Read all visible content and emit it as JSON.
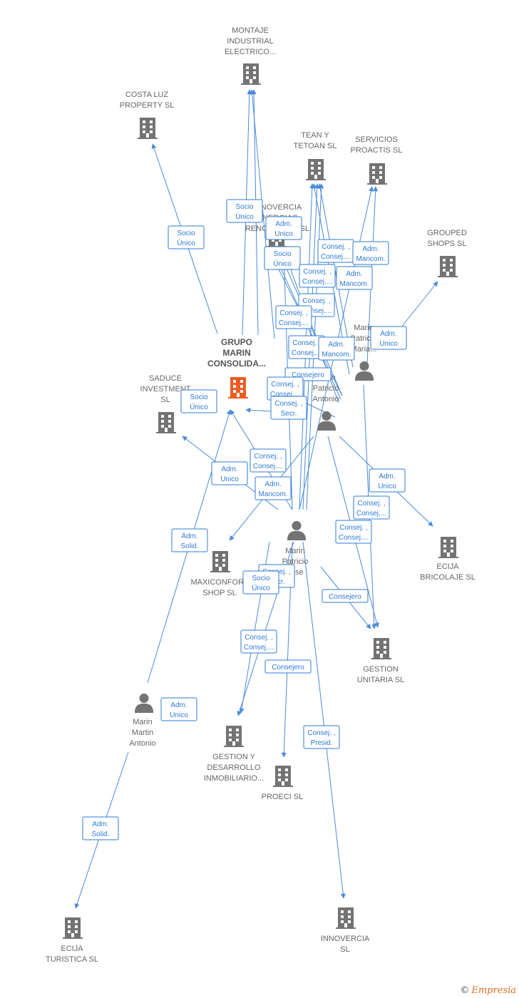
{
  "colors": {
    "edge": "#4a8ad8",
    "label": "#2e7bd6",
    "building": "#737373",
    "main_building": "#f05a22",
    "person": "#737373"
  },
  "nodes": {
    "montaje": {
      "label_lines": [
        "MONTAJE",
        "INDUSTRIAL",
        "ELECTRICO..."
      ],
      "icon": "building-icon"
    },
    "costa_luz": {
      "label_lines": [
        "COSTA LUZ",
        "PROPERTY  SL"
      ],
      "icon": "building-icon"
    },
    "tean": {
      "label_lines": [
        "TEAN Y",
        "TETOAN SL"
      ],
      "icon": "building-icon"
    },
    "servicios": {
      "label_lines": [
        "SERVICIOS",
        "PROACTIS SL"
      ],
      "icon": "building-icon"
    },
    "innovercia_renov": {
      "label_lines": [
        "INNOVERCIA",
        "ENERGIAS",
        "RENOVABLES SL"
      ],
      "icon": "building-icon"
    },
    "grouped": {
      "label_lines": [
        "GROUPED",
        "SHOPS SL"
      ],
      "icon": "building-icon"
    },
    "grupo_marin": {
      "label_lines": [
        "GRUPO",
        "MARIN",
        "CONSOLIDA..."
      ],
      "icon": "building-icon"
    },
    "saduce": {
      "label_lines": [
        "SADUCE",
        "INVESTMENT",
        "SL"
      ],
      "icon": "building-icon"
    },
    "marin_patricio_maria": {
      "label_lines": [
        "Marin",
        "Patricio",
        "Maria..."
      ],
      "icon": "person-icon"
    },
    "marin_patricio_antonio": {
      "label_lines": [
        "Marin",
        "Patricio",
        "Antonio"
      ],
      "icon": "person-icon"
    },
    "marin_patricio_jose": {
      "label_lines": [
        "Marin",
        "Patricio",
        "Jose"
      ],
      "icon": "person-icon"
    },
    "maxiconfort": {
      "label_lines": [
        "MAXICONFORT",
        "SHOP  SL"
      ],
      "icon": "building-icon"
    },
    "ecija_bricolaje": {
      "label_lines": [
        "ECIJA",
        "BRICOLAJE  SL"
      ],
      "icon": "building-icon"
    },
    "gestion_unitaria": {
      "label_lines": [
        "GESTION",
        "UNITARIA  SL"
      ],
      "icon": "building-icon"
    },
    "marin_martin_antonio": {
      "label_lines": [
        "Marin",
        "Martin",
        "Antonio"
      ],
      "icon": "person-icon"
    },
    "gestion_desarrollo": {
      "label_lines": [
        "GESTION Y",
        "DESARROLLO",
        "INMOBILIARIO..."
      ],
      "icon": "building-icon"
    },
    "proeci": {
      "label_lines": [
        "PROECI SL"
      ],
      "icon": "building-icon"
    },
    "ecija_turistica": {
      "label_lines": [
        "ECIJA",
        "TURISTICA SL"
      ],
      "icon": "building-icon"
    },
    "innovercia": {
      "label_lines": [
        "INNOVERCIA",
        "SL"
      ],
      "icon": "building-icon"
    }
  },
  "edge_labels": [
    [
      "Socio",
      "Único"
    ],
    [
      "Socio",
      "Único"
    ],
    [
      "Adm.",
      "Unico"
    ],
    [
      "Socio",
      "Único"
    ],
    [
      "Consej. ,",
      "Consej...."
    ],
    [
      "Adm.",
      "Mancom."
    ],
    [
      "Consej. ,",
      "Consej...."
    ],
    [
      "Adm.",
      "Mancom."
    ],
    [
      "Consej. ,",
      "Consej...."
    ],
    [
      "Consej. ,",
      "Consej...."
    ],
    [
      "Consej. ,",
      "Consej...."
    ],
    [
      "Adm.",
      "Mancom."
    ],
    [
      "Adm.",
      "Unico"
    ],
    [
      "Consejero"
    ],
    [
      "Socio",
      "Único"
    ],
    [
      "Consej. ,",
      "Consej...."
    ],
    [
      "Consej. ,",
      "Secr."
    ],
    [
      "Consej. ,",
      "Consej...."
    ],
    [
      "Adm.",
      "Unico"
    ],
    [
      "Adm.",
      "Mancom."
    ],
    [
      "Adm.",
      "Unico"
    ],
    [
      "Consej. ,",
      "Consej...."
    ],
    [
      "Consej. ,",
      "Consej...."
    ],
    [
      "Consejero"
    ],
    [
      "Consej. ,",
      "Secr."
    ],
    [
      "Socio",
      "Único"
    ],
    [
      "Consej. ,",
      "Consej...."
    ],
    [
      "Consejero"
    ],
    [
      "Adm.",
      "Unico"
    ],
    [
      "Consej. ,",
      "Presid."
    ],
    [
      "Adm.",
      "Solid."
    ],
    [
      "Adm.",
      "Solid."
    ]
  ],
  "brand": {
    "copyright": "©",
    "name": "Empresia"
  }
}
